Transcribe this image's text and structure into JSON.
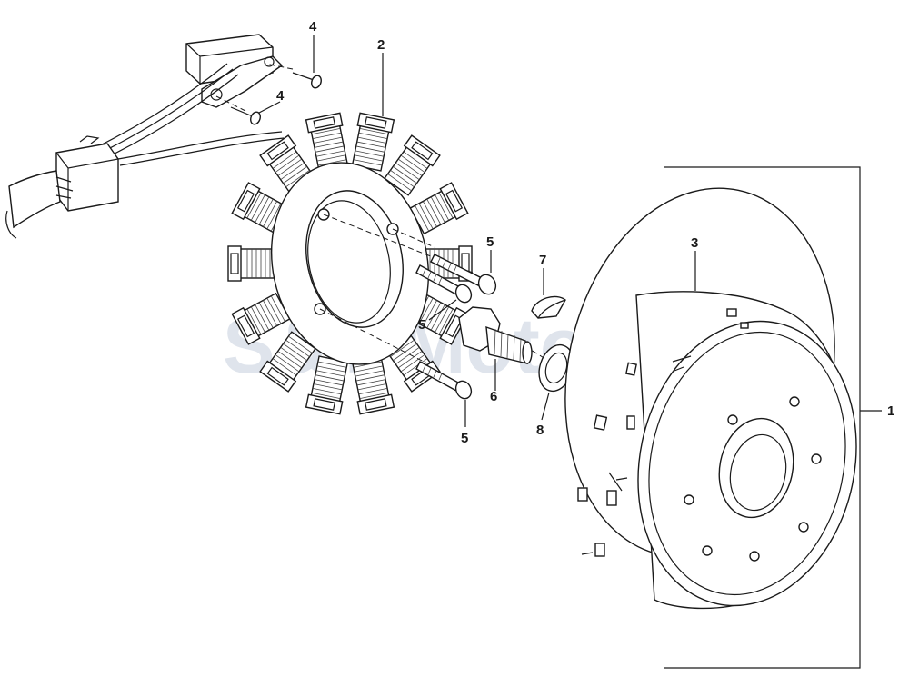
{
  "watermark": "S&T Motors",
  "callouts": {
    "c1": "1",
    "c2": "2",
    "c3": "3",
    "c4a": "4",
    "c4b": "4",
    "c5a": "5",
    "c5b": "5",
    "c5c": "5",
    "c6": "6",
    "c7": "7",
    "c8": "8"
  },
  "colors": {
    "line": "#1a1a1a",
    "watermark": "#dfe4ec",
    "background": "#ffffff"
  }
}
